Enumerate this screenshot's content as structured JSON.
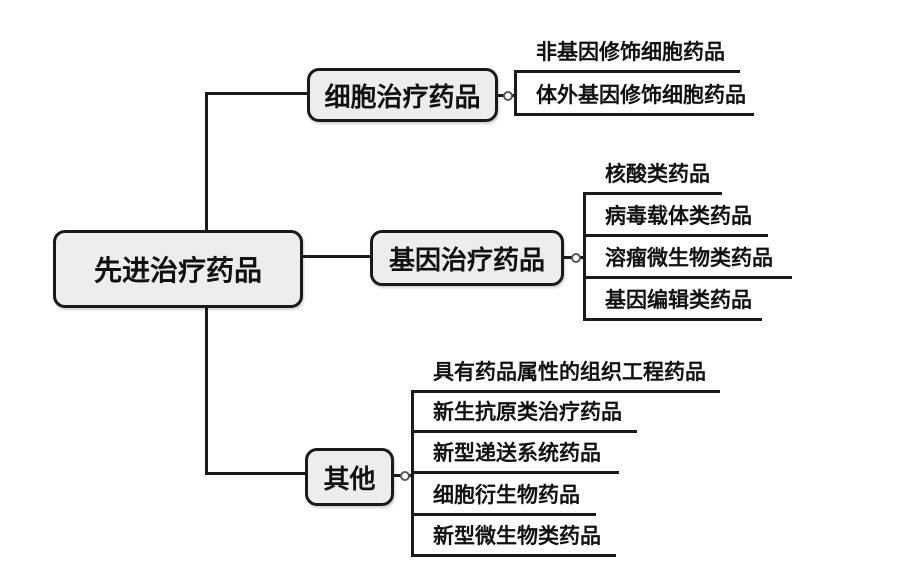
{
  "diagram": {
    "type": "mindmap",
    "direction": "left-to-right",
    "root": {
      "label": "先进治疗药品"
    },
    "branches": [
      {
        "label": "细胞治疗药品",
        "children": [
          "非基因修饰细胞药品",
          "体外基因修饰细胞药品"
        ]
      },
      {
        "label": "基因治疗药品",
        "children": [
          "核酸类药品",
          "病毒载体类药品",
          "溶瘤微生物类药品",
          "基因编辑类药品"
        ]
      },
      {
        "label": "其他",
        "children": [
          "具有药品属性的组织工程药品",
          "新生抗原类治疗药品",
          "新型递送系统药品",
          "细胞衍生物药品",
          "新型微生物类药品"
        ]
      }
    ],
    "colors": {
      "background": "#ffffff",
      "node_fill": "#ededed",
      "node_border": "#1a1a1a",
      "line": "#1a1a1a",
      "text": "#111111",
      "junction_ring": "#595959"
    }
  }
}
